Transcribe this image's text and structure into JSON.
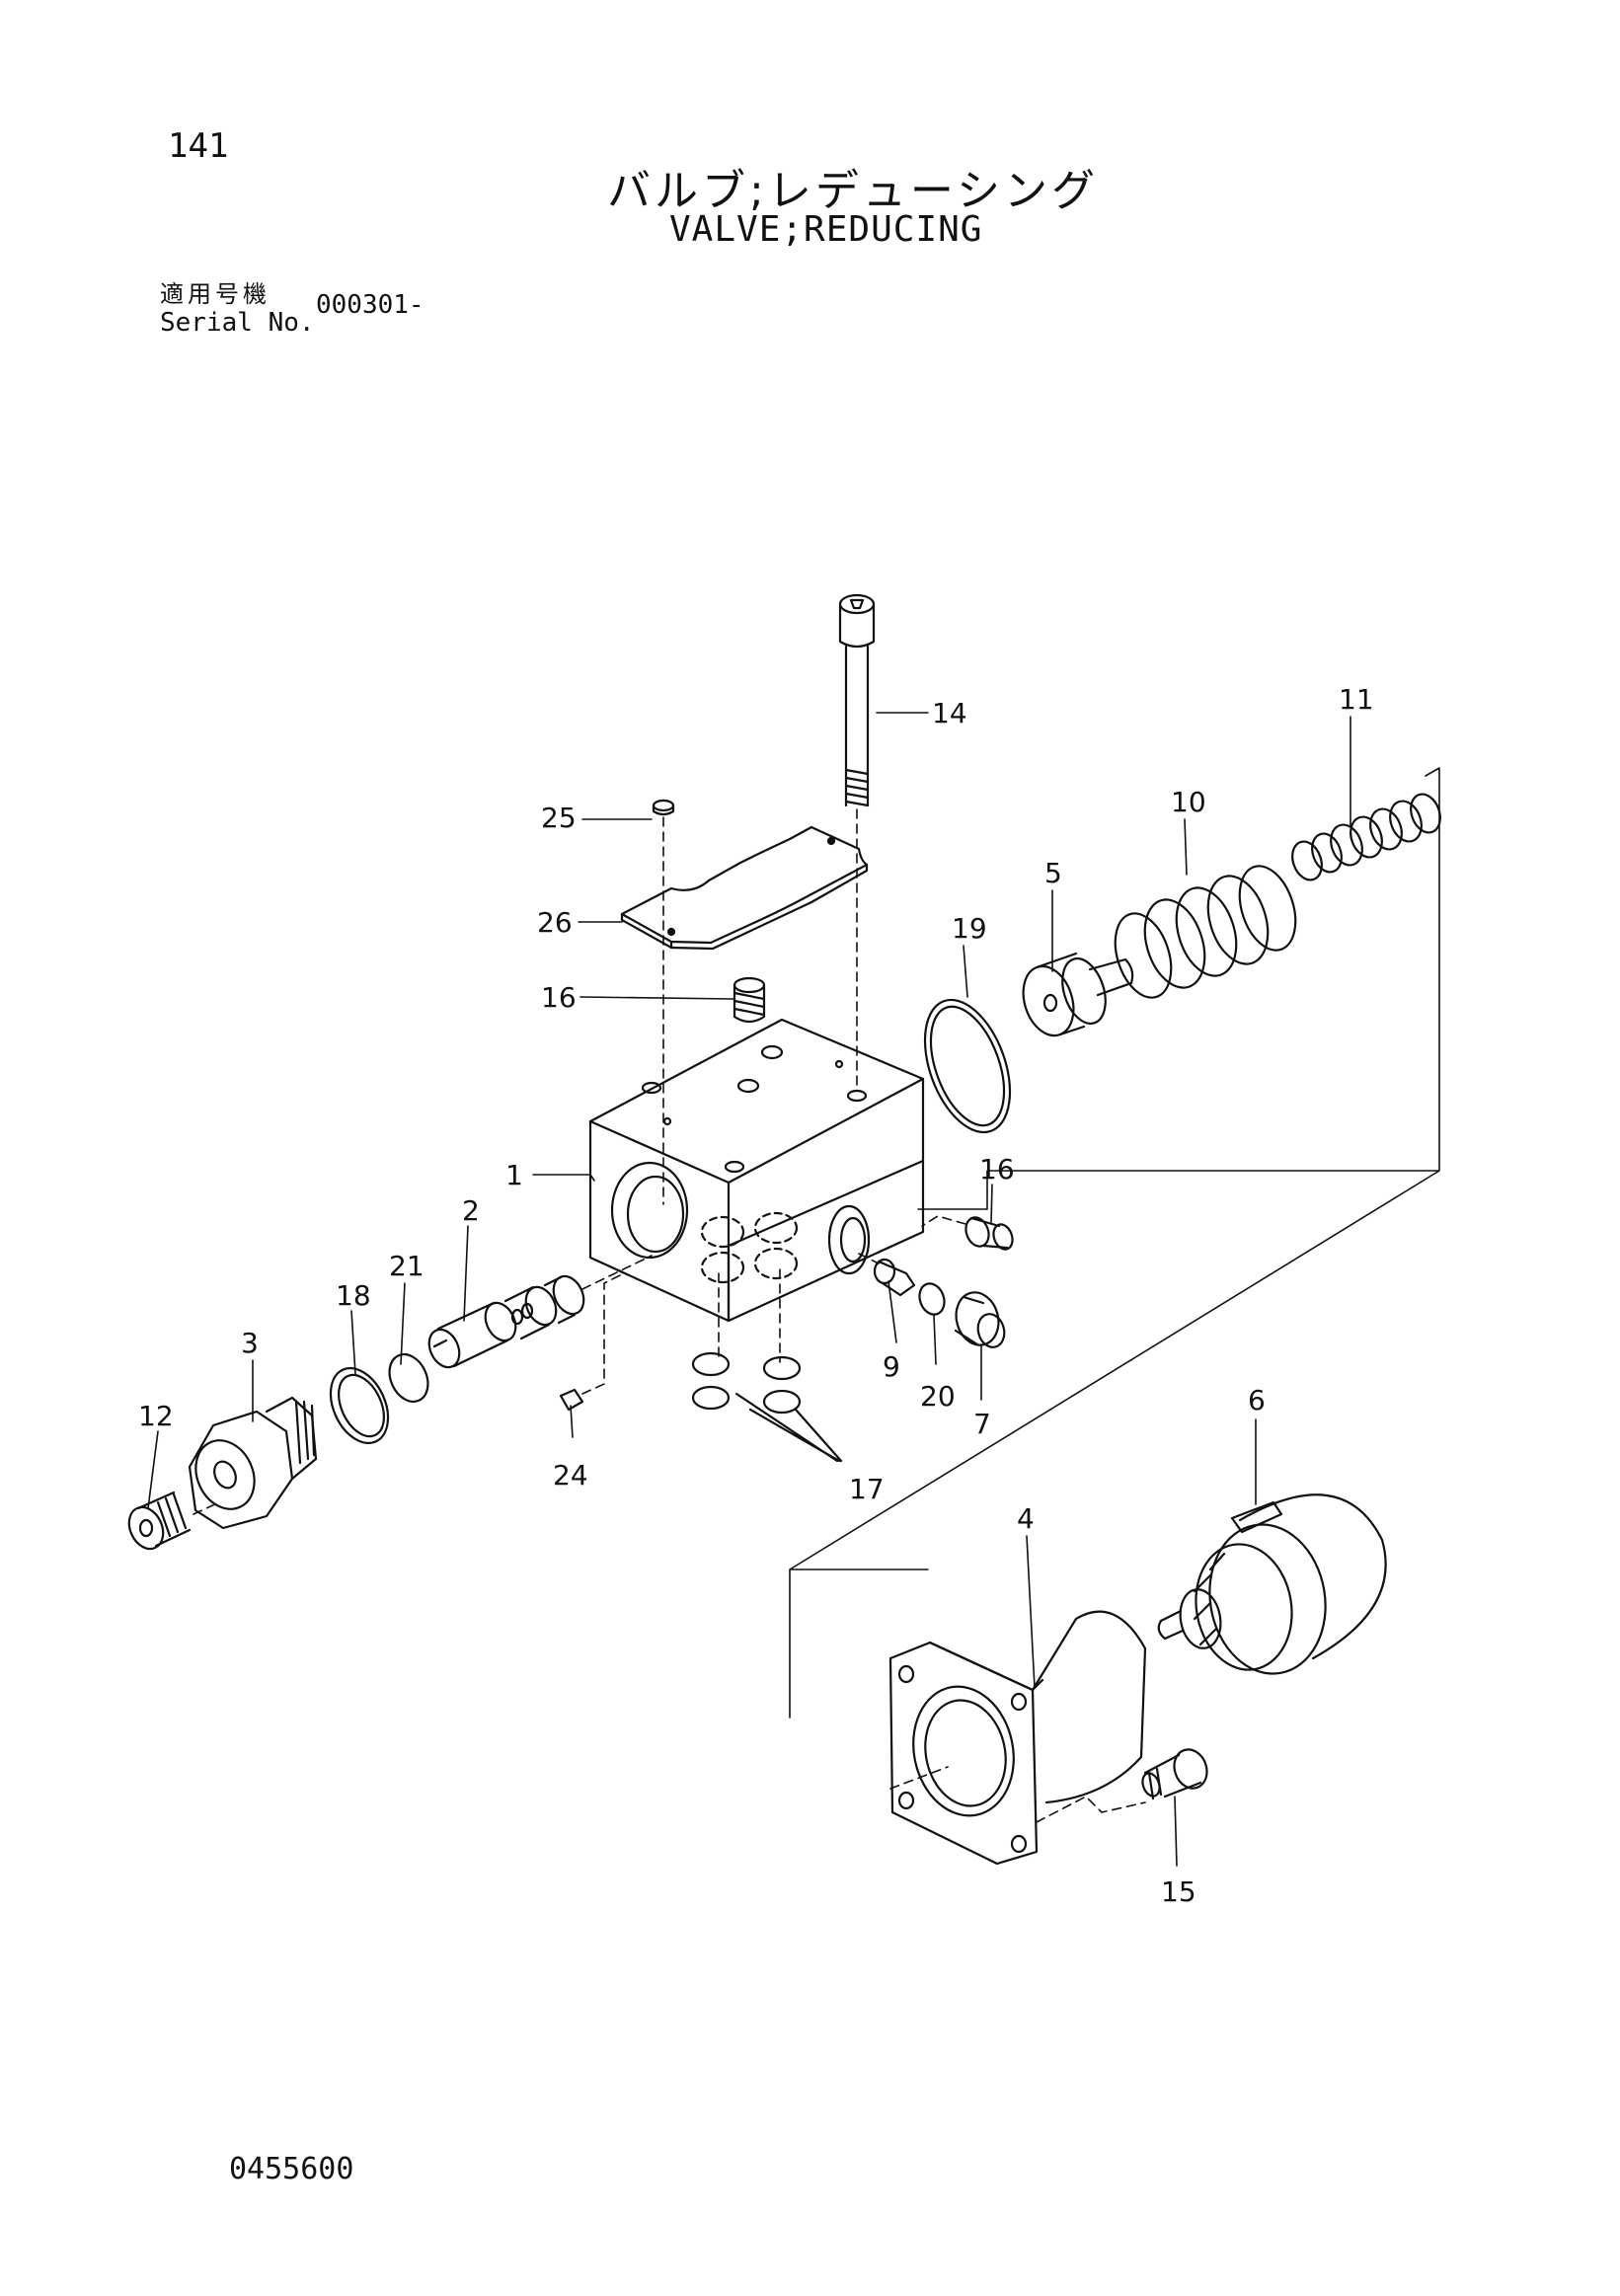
{
  "header": {
    "page_number": "141",
    "title_jp": "バルブ;レデューシング",
    "title_en": "VALVE;REDUCING",
    "serial_label_jp": "適用号機",
    "serial_label_en": "Serial No.",
    "serial_value": "000301-"
  },
  "parts": [
    {
      "no": "1"
    },
    {
      "no": "2"
    },
    {
      "no": "3"
    },
    {
      "no": "4"
    },
    {
      "no": "5"
    },
    {
      "no": "6"
    },
    {
      "no": "7"
    },
    {
      "no": "9"
    },
    {
      "no": "10"
    },
    {
      "no": "11"
    },
    {
      "no": "12"
    },
    {
      "no": "14"
    },
    {
      "no": "15"
    },
    {
      "no": "16"
    },
    {
      "no": "16"
    },
    {
      "no": "17"
    },
    {
      "no": "18"
    },
    {
      "no": "19"
    },
    {
      "no": "20"
    },
    {
      "no": "21"
    },
    {
      "no": "24"
    },
    {
      "no": "25"
    },
    {
      "no": "26"
    }
  ],
  "footer": {
    "drawing_code": "0455600"
  }
}
